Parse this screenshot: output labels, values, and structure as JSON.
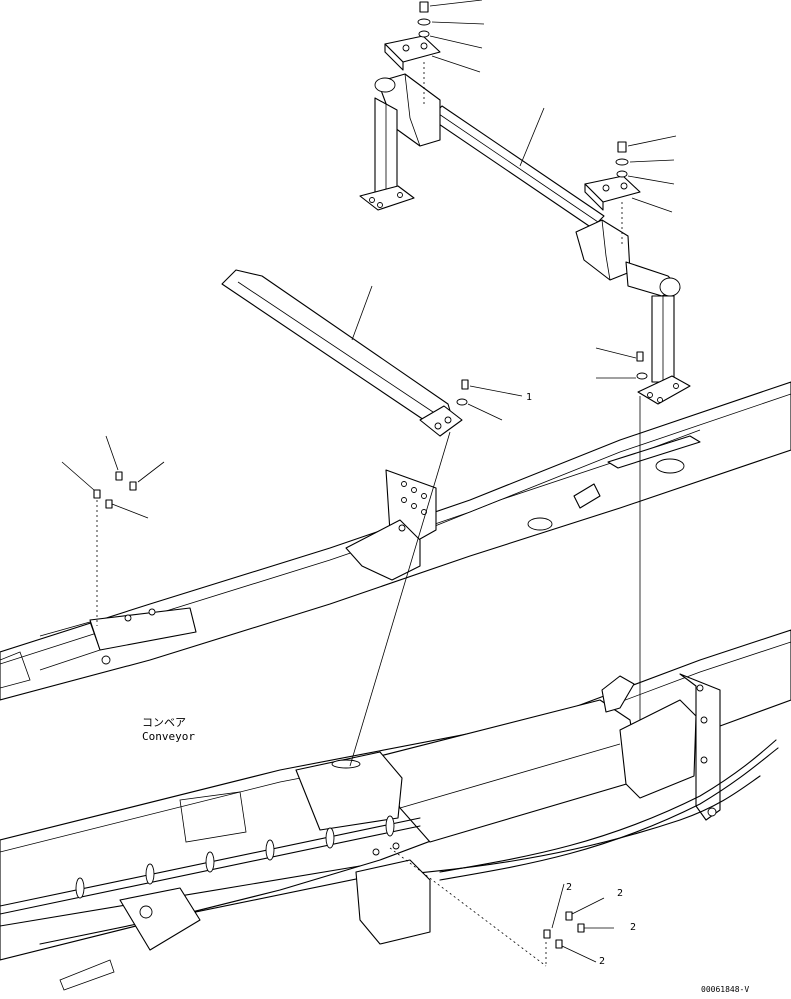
{
  "diagram": {
    "component_label_jp": "コンベア",
    "component_label_en": "Conveyor",
    "callouts": {
      "c1": "1",
      "c2a": "2",
      "c2b": "2",
      "c2c": "2",
      "c2d": "2"
    },
    "drawing_number": "00061848-V"
  }
}
